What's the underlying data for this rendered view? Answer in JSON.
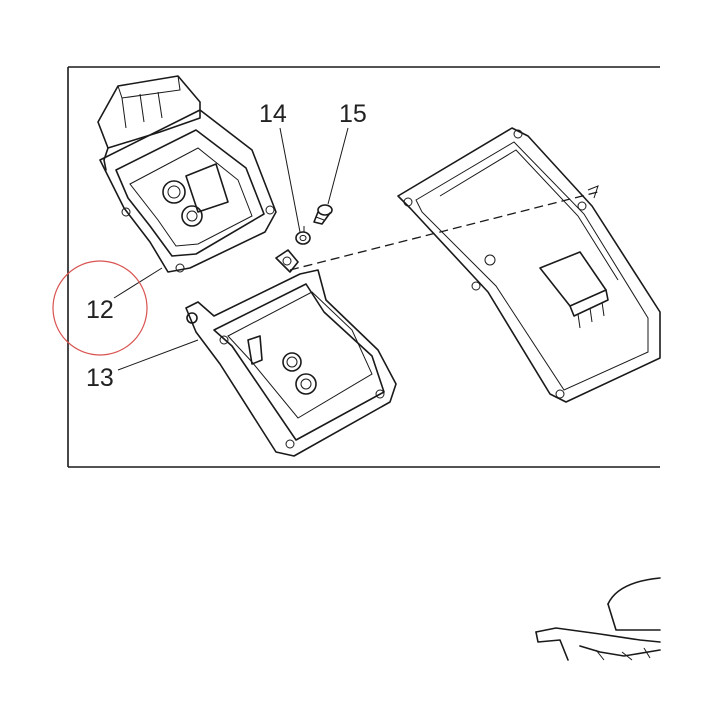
{
  "diagram": {
    "callouts": {
      "c12": "12",
      "c13": "13",
      "c14": "14",
      "c15": "15"
    },
    "highlight_color": "#d9534f",
    "line_color": "#1a1a1a"
  }
}
